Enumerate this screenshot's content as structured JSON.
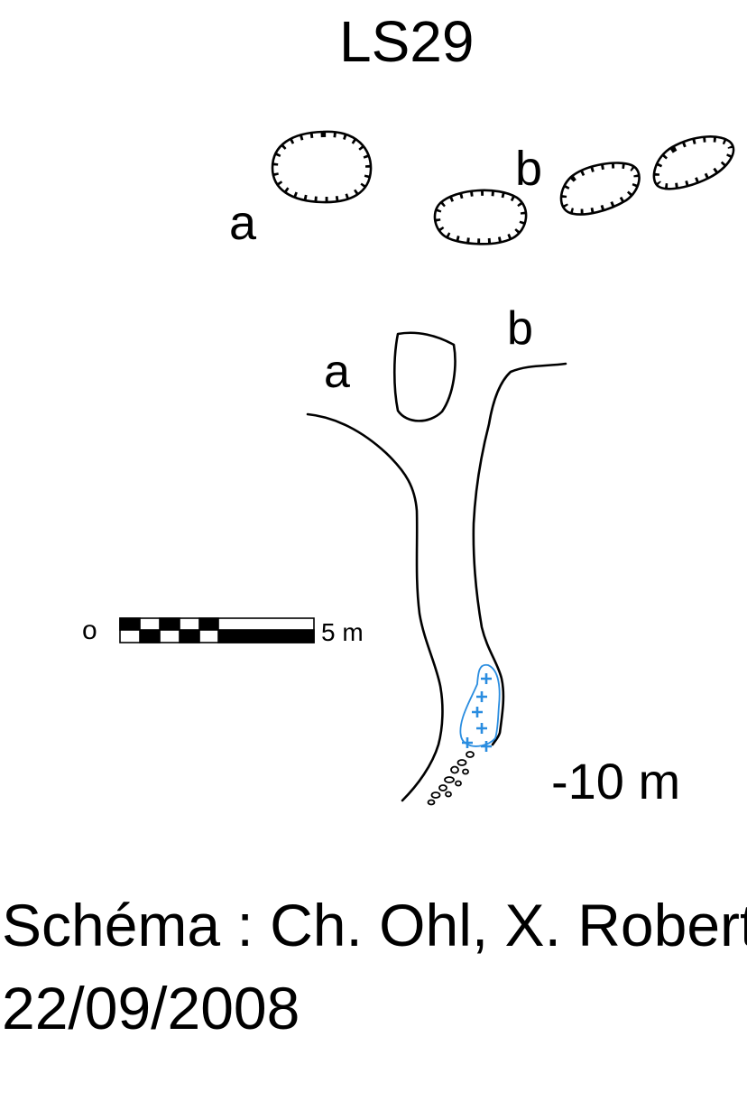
{
  "title": "LS29",
  "plan": {
    "label_a": "a",
    "label_b": "b"
  },
  "section": {
    "label_a": "a",
    "label_b": "b",
    "depth": "-10 m"
  },
  "scale_bar": {
    "start": "o",
    "end": "5 m"
  },
  "credits": {
    "line1": "Schéma : Ch. Ohl, X. Robert",
    "line2": "22/09/2008"
  },
  "colors": {
    "ink": "#000000",
    "ice_blue": "#2a8de0"
  },
  "icons": {
    "shaft_outline": "cave-outline",
    "ice_fill": "ice-plus-pattern",
    "rubble": "boulder-pattern"
  }
}
